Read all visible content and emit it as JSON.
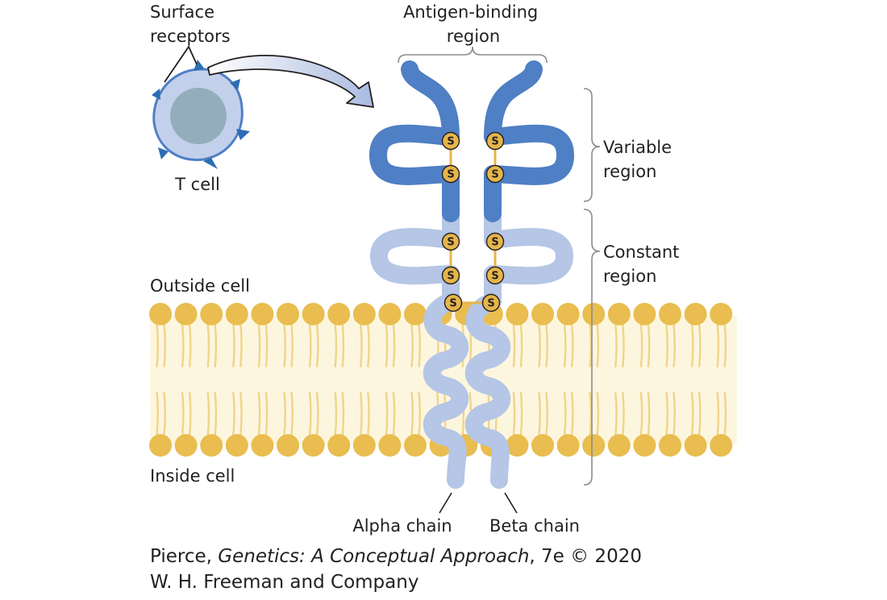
{
  "labels": {
    "surface_receptors": [
      "Surface",
      "receptors"
    ],
    "t_cell": "T cell",
    "antigen_binding_region": [
      "Antigen-binding",
      "region"
    ],
    "variable_region": [
      "Variable",
      "region"
    ],
    "constant_region": [
      "Constant",
      "region"
    ],
    "outside_cell": "Outside cell",
    "inside_cell": "Inside cell",
    "alpha_chain": "Alpha chain",
    "beta_chain": "Beta chain",
    "disulfide": "S"
  },
  "credit": {
    "author": "Pierce, ",
    "book_title": "Genetics: A Conceptual Approach",
    "edition_year": ", 7e © 2020",
    "publisher": "W. H. Freeman and Company"
  },
  "colors": {
    "variable_chain": "#4f7fc4",
    "constant_chain": "#b5c6e6",
    "membrane_head": "#e9bd4f",
    "membrane_tail": "#f0d489",
    "membrane_fill": "#fdf6df",
    "cell_body": "#c3d0ec",
    "cell_outline": "#4f7fc4",
    "nucleus": "#94adbd",
    "receptor": "#2c6db4",
    "bracket": "#8c8c8c",
    "disulfide_fill": "#e6b54a"
  },
  "icons": {
    "arrow": "curved-arrow-icon",
    "receptor_spike": "receptor-spike-icon"
  }
}
